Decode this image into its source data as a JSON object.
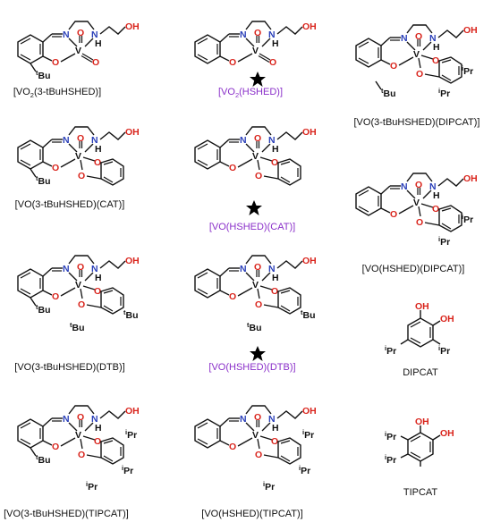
{
  "colors": {
    "bond": "#111111",
    "oxygen": "#d9241c",
    "nitrogen": "#2a3fb8",
    "vanadium": "#111111",
    "highlight_label": "#8a2fc9",
    "star": "#000000"
  },
  "atoms": {
    "O": "O",
    "N": "N",
    "V": "V",
    "H": "H",
    "OH": "OH",
    "tBu_sup": "t",
    "tBu": "Bu",
    "iPr_sup": "i",
    "iPr": "Pr"
  },
  "compounds": [
    {
      "id": "c1",
      "label": "[VO2(3-tBuHSHED)]",
      "label_parts": [
        "[VO",
        "2",
        "(3-tBuHSHED)]"
      ],
      "highlight": false
    },
    {
      "id": "c2",
      "label": "[VO2(HSHED)]",
      "label_parts": [
        "[VO",
        "2",
        "(HSHED)]"
      ],
      "highlight": true
    },
    {
      "id": "c3",
      "label": "[VO(3-tBuHSHED)(DIPCAT)]",
      "highlight": false
    },
    {
      "id": "c4",
      "label": "[VO(3-tBuHSHED)(CAT)]",
      "highlight": false
    },
    {
      "id": "c5",
      "label": "[VO(HSHED)(CAT)]",
      "highlight": true
    },
    {
      "id": "c6",
      "label": "[VO(HSHED)(DIPCAT)]",
      "highlight": false
    },
    {
      "id": "c7",
      "label": "[VO(3-tBuHSHED)(DTB)]",
      "highlight": false
    },
    {
      "id": "c8",
      "label": "[VO(HSHED)(DTB)]",
      "highlight": true
    },
    {
      "id": "c9",
      "label": "DIPCAT",
      "highlight": false
    },
    {
      "id": "c10",
      "label": "[VO(3-tBuHSHED)(TIPCAT)]",
      "highlight": false
    },
    {
      "id": "c11",
      "label": "[VO(HSHED)(TIPCAT)]",
      "highlight": false
    },
    {
      "id": "c12",
      "label": "TIPCAT",
      "highlight": false
    }
  ],
  "star_marked": [
    "c2",
    "c5",
    "c8"
  ]
}
